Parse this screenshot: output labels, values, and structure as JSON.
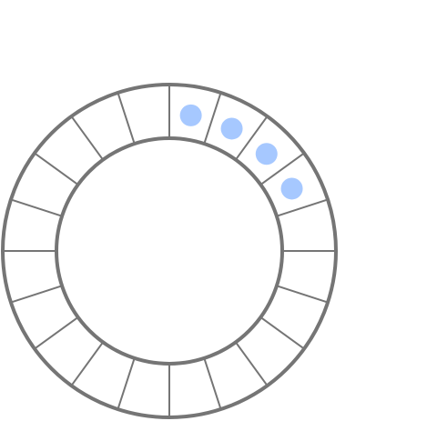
{
  "ring": {
    "segment_count": 20,
    "filled_slots": [
      0,
      1,
      2,
      3
    ],
    "colors": {
      "outline": "#757575",
      "background": "#ffffff",
      "token": "#a6c8ff"
    }
  }
}
